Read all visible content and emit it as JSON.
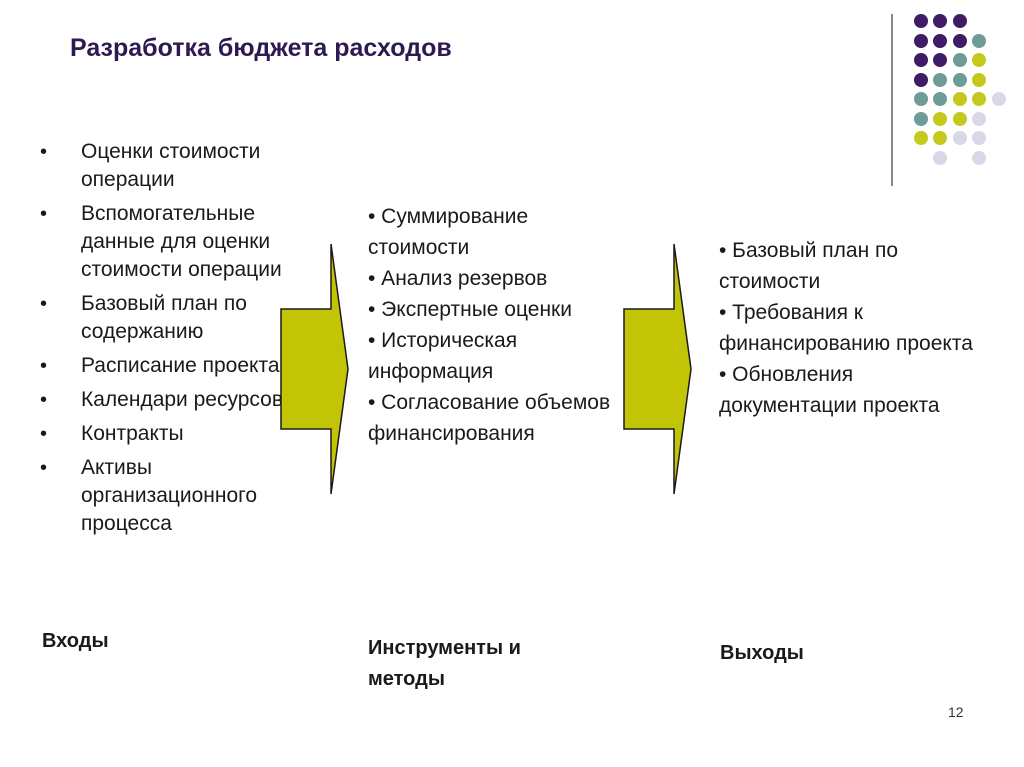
{
  "title": "Разработка бюджета расходов",
  "inputs": {
    "label": "Входы",
    "items": [
      "Оценки стоимости операции",
      "Вспомогательные данные для оценки стоимости операции",
      "Базовый план по содержанию",
      "Расписание проекта",
      "Календари ресурсов",
      "Контракты",
      "Активы организационного процесса"
    ]
  },
  "tools": {
    "label": "Инструменты и методы",
    "items": [
      "• Суммирование стоимости",
      "• Анализ резервов",
      "• Экспертные оценки",
      "• Историческая информация",
      "• Согласование объемов финансирования"
    ]
  },
  "outputs": {
    "label": "Выходы",
    "items": [
      "• Базовый план по стоимости",
      "• Требования к финансированию проекта",
      "• Обновления документации проекта"
    ]
  },
  "bullet": "•",
  "page_number": "12",
  "colors": {
    "title": "#2e1a52",
    "arrow_fill": "#c2c406",
    "dot_purple": "#3f1c66",
    "dot_teal": "#6d9c99",
    "dot_lime": "#c5c91d",
    "dot_lavender": "#d9d8e8"
  }
}
